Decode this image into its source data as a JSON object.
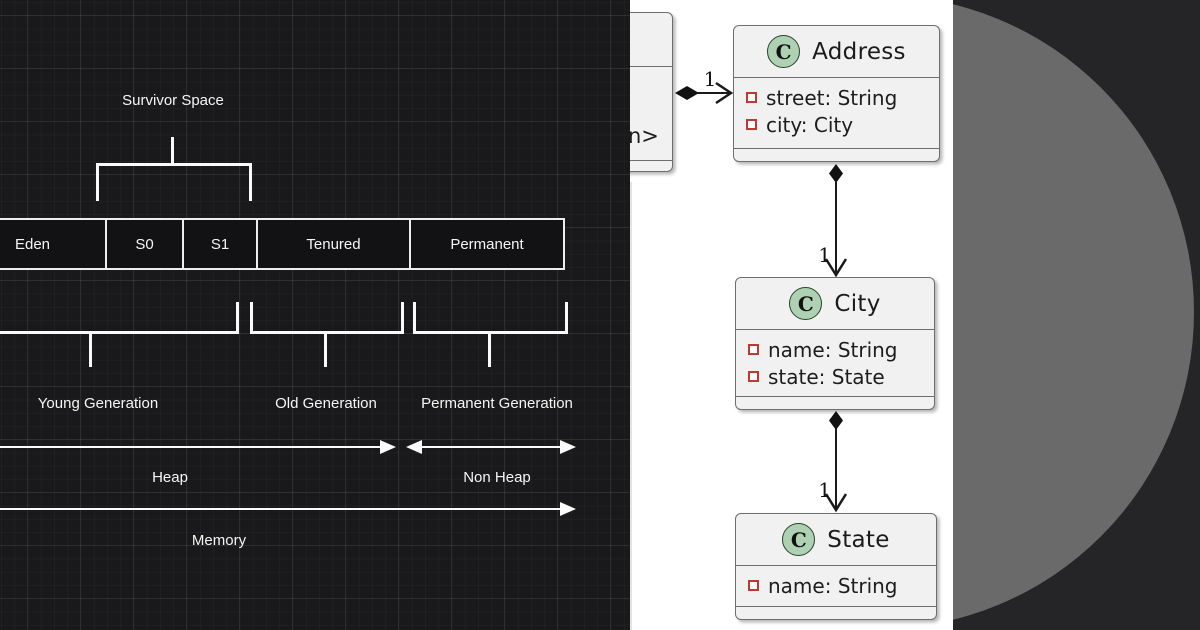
{
  "left_diagram": {
    "survivor_space": "Survivor Space",
    "regions": [
      "Eden",
      "S0",
      "S1",
      "Tenured",
      "Permanent"
    ],
    "generations": [
      "Young Generation",
      "Old Generation",
      "Permanent Generation"
    ],
    "heap": "Heap",
    "non_heap": "Non Heap",
    "memory": "Memory",
    "colors": {
      "background": "#19191b",
      "line": "#fafafa"
    }
  },
  "uml": {
    "partial_class": {
      "visible_attr_text": "n>"
    },
    "classes": [
      {
        "icon_letter": "C",
        "name": "Address",
        "attributes": [
          "street: String",
          "city: City"
        ]
      },
      {
        "icon_letter": "C",
        "name": "City",
        "attributes": [
          "name: String",
          "state: State"
        ]
      },
      {
        "icon_letter": "C",
        "name": "State",
        "attributes": [
          "name: String"
        ]
      }
    ],
    "multiplicities": {
      "partial_to_address": "1",
      "address_to_city": "1",
      "city_to_state": "1"
    },
    "colors": {
      "class_fill": "#F1F1F1",
      "class_border": "#6E6E6E",
      "circle_fill": "#ADD1B2",
      "circle_border": "#274427",
      "field_marker_red": "#C13832"
    }
  },
  "right_panel": {
    "background": "#252528",
    "circle_color": "#6A6A6A"
  }
}
